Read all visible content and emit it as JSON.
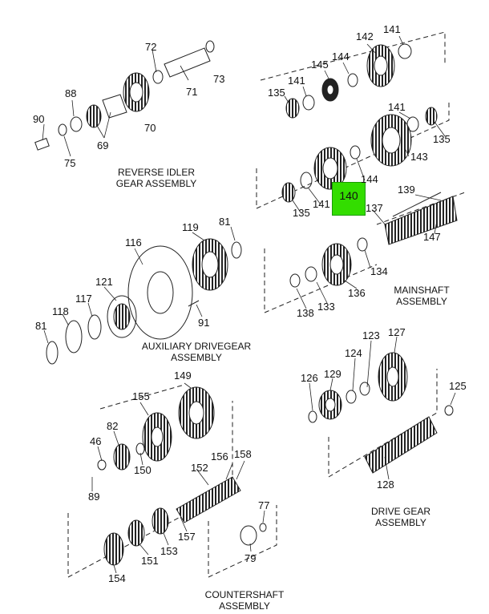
{
  "labels": {
    "n72": "72",
    "n73": "73",
    "n71": "71",
    "n88": "88",
    "n70": "70",
    "n90": "90",
    "n69": "69",
    "n75": "75",
    "n142": "142",
    "n141a": "141",
    "n145": "145",
    "n144a": "144",
    "n141b": "141",
    "n135a": "135",
    "n141c": "141",
    "n135b": "135",
    "n143": "143",
    "n144b": "144",
    "n135c": "135",
    "n141d": "141",
    "n140": "140",
    "n137": "137",
    "n139": "139",
    "n147": "147",
    "n134": "134",
    "n136": "136",
    "n133": "133",
    "n138": "138",
    "n119": "119",
    "n81a": "81",
    "n116": "116",
    "n121": "121",
    "n117": "117",
    "n118": "118",
    "n81b": "81",
    "n91": "91",
    "n123": "123",
    "n127": "127",
    "n124": "124",
    "n126": "126",
    "n129": "129",
    "n125": "125",
    "n128": "128",
    "n149": "149",
    "n155": "155",
    "n82": "82",
    "n46": "46",
    "n150": "150",
    "n89": "89",
    "n156": "156",
    "n158": "158",
    "n152": "152",
    "n77": "77",
    "n157": "157",
    "n153": "153",
    "n151": "151",
    "n79": "79",
    "n154": "154"
  },
  "titles": {
    "reverse_idler": [
      "REVERSE IDLER",
      "GEAR ASSEMBLY"
    ],
    "mainshaft": [
      "MAINSHAFT",
      "ASSEMBLY"
    ],
    "aux_drivegear": [
      "AUXILIARY DRIVEGEAR",
      "ASSEMBLY"
    ],
    "drive_gear": [
      "DRIVE GEAR",
      "ASSEMBLY"
    ],
    "countershaft": [
      "COUNTERSHAFT",
      "ASSEMBLY"
    ]
  },
  "highlight": {
    "part": "140",
    "color": "#33dd00"
  }
}
